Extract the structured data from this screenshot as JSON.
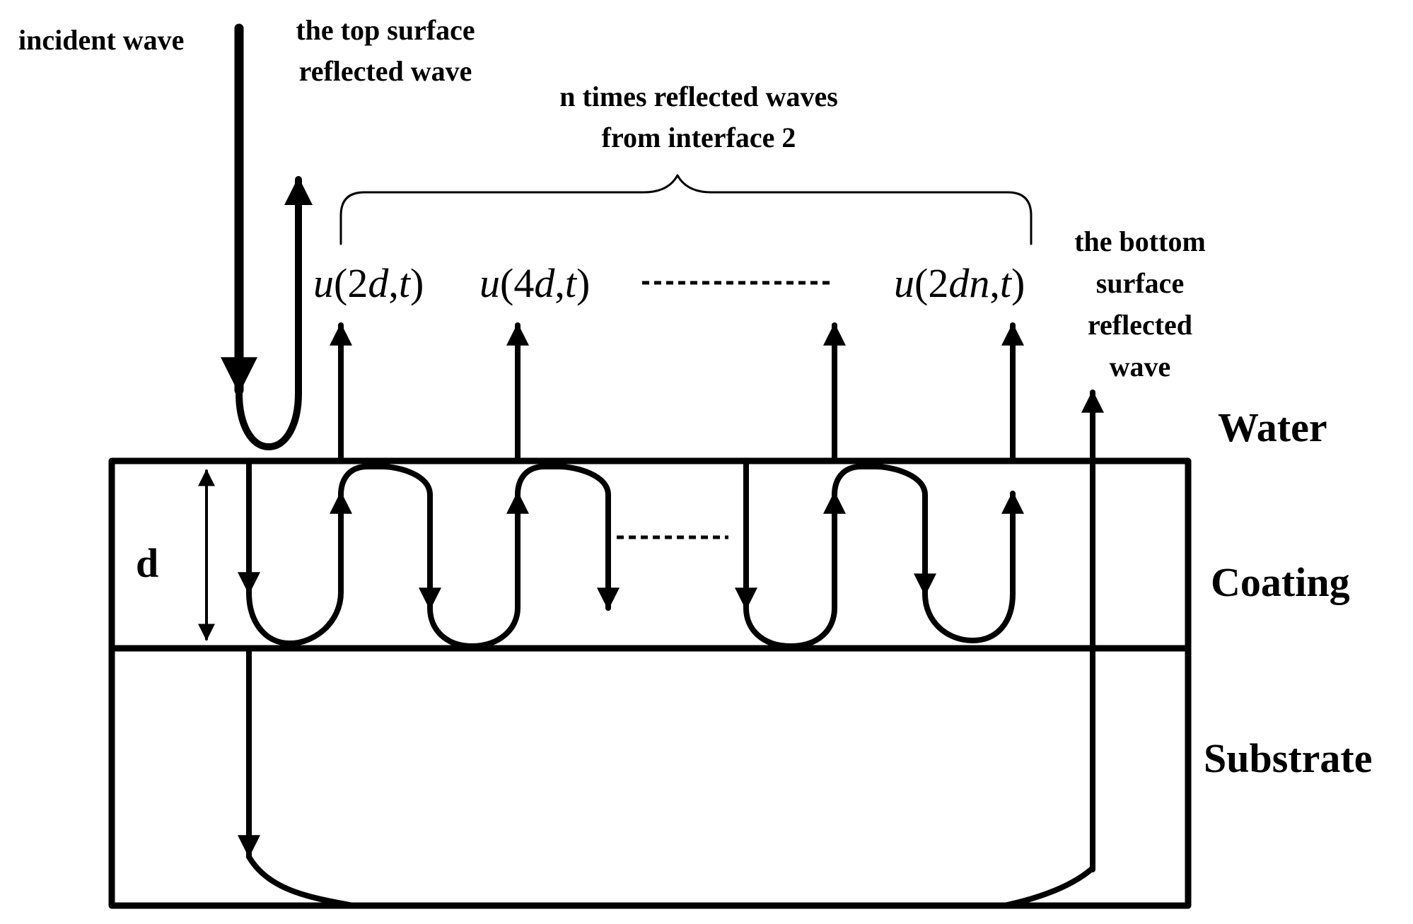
{
  "labels": {
    "incident_wave": "incident wave",
    "top_reflected_line1": "the top surface",
    "top_reflected_line2": "reflected wave",
    "n_times_line1": "n times reflected waves",
    "n_times_line2": "from interface 2",
    "bottom_reflected_line1": "the bottom",
    "bottom_reflected_line2": "surface",
    "bottom_reflected_line3": "reflected",
    "bottom_reflected_line4": "wave",
    "water": "Water",
    "coating": "Coating",
    "substrate": "Substrate",
    "thickness": "d"
  },
  "math": {
    "u1": {
      "fn": "u",
      "open": "(",
      "num": "2",
      "var": "d",
      "comma": ",",
      "t": "t",
      "close": ")"
    },
    "u2": {
      "fn": "u",
      "open": "(",
      "num": "4",
      "var": "d",
      "comma": ",",
      "t": "t",
      "close": ")"
    },
    "un": {
      "fn": "u",
      "open": "(",
      "num": "2",
      "var": "dn",
      "comma": ",",
      "t": "t",
      "close": ")"
    }
  },
  "colors": {
    "ink": "#000000",
    "background": "#ffffff"
  }
}
